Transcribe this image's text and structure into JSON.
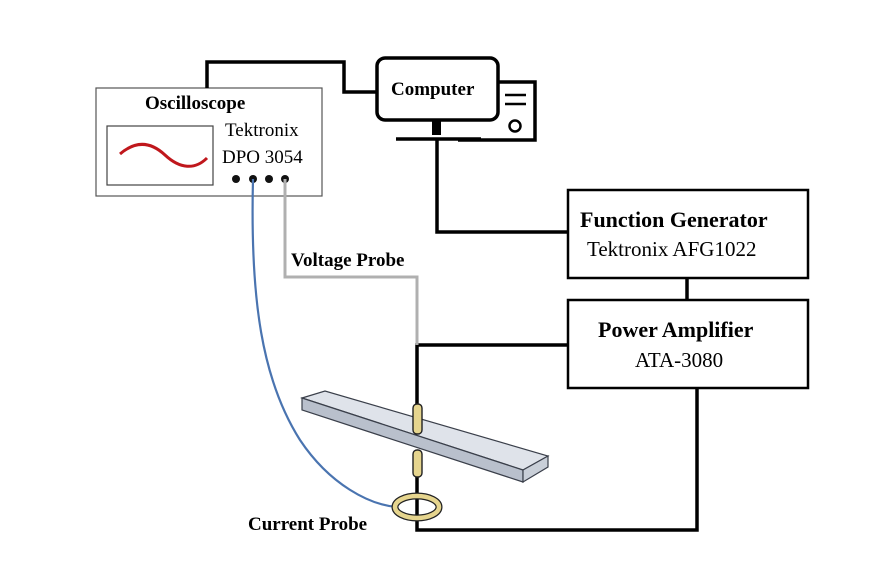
{
  "oscilloscope": {
    "title": "Oscilloscope",
    "brand": "Tektronix",
    "model": "DPO 3054"
  },
  "computer": {
    "label": "Computer"
  },
  "function_generator": {
    "title": "Function Generator",
    "model": "Tektronix AFG1022"
  },
  "power_amplifier": {
    "title": "Power Amplifier",
    "model": "ATA-3080"
  },
  "voltage_probe": {
    "label": "Voltage Probe"
  },
  "current_probe": {
    "label": "Current Probe"
  },
  "colors": {
    "waveform": "#c0171c",
    "current_probe_cable": "#4a74b0",
    "voltage_probe_cable": "#b0b0b0",
    "wires": "#000000",
    "probe_ring": "#e6d58e",
    "probe_tip": "#e6d58e",
    "beam": "#dfe3ea"
  }
}
